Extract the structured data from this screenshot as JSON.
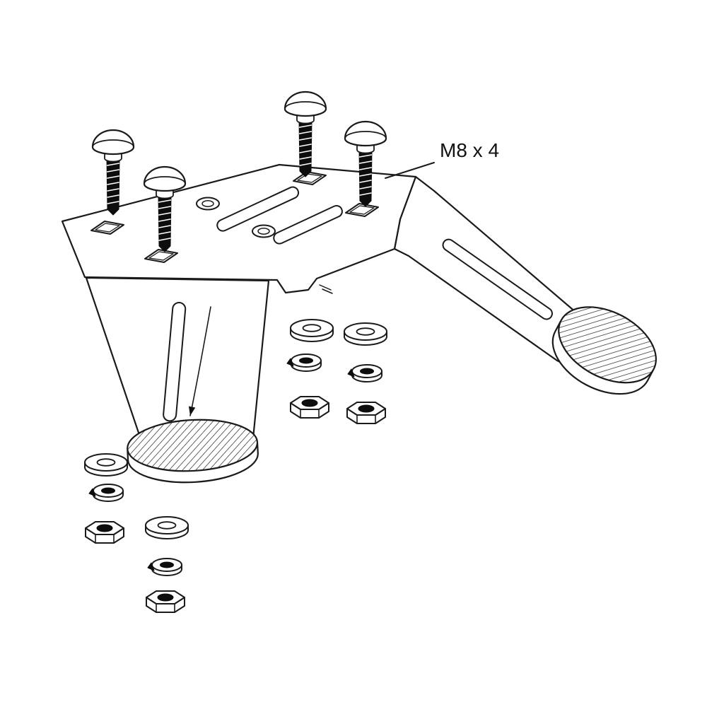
{
  "diagram": {
    "type": "exploded-assembly-drawing",
    "annotation": {
      "bolt_spec": "M8 x 4"
    },
    "parts": [
      {
        "name": "carriage-bolt",
        "count": 4
      },
      {
        "name": "flat-washer",
        "count": 4
      },
      {
        "name": "lock-washer",
        "count": 4
      },
      {
        "name": "hex-nut",
        "count": 4
      },
      {
        "name": "mounting-bracket-plate",
        "count": 1
      },
      {
        "name": "foot-pad",
        "count": 2
      }
    ],
    "colors": {
      "line": "#1a1a1a",
      "background": "#ffffff",
      "hardware_dark": "#0d0d0d"
    }
  }
}
